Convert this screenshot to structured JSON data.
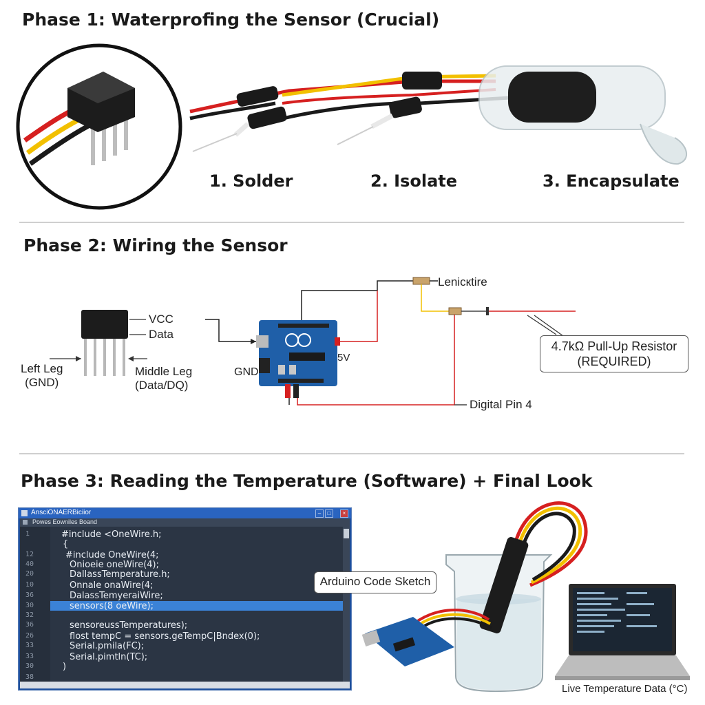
{
  "phase1": {
    "title": "Phase 1: Waterprofing the Sensor (Crucial)",
    "steps": [
      "1. Solder",
      "2. Isolate",
      "3. Encapsulate"
    ]
  },
  "phase2": {
    "title": "Phase 2: Wiring the Sensor",
    "labels": {
      "vcc": "VCC",
      "data": "Data",
      "left_leg": "Left Leg\n(GND)",
      "middle_leg": "Middle Leg\n(Data/DQ)",
      "gnd": "GND",
      "v5": "5V",
      "lenicktire": "Lenicкtire",
      "resistor": "4.7kΩ Pull-Up Resistor\n(REQUIRED)",
      "digital_pin": "Digital Pin 4"
    }
  },
  "phase3": {
    "title": "Phase 3: Reading the Temperature (Software) + Final Look",
    "editor": {
      "title": "AnsciONAERBiciior",
      "menu": "Powes   Eowniles   Boand",
      "lines": [
        {
          "n": "1",
          "text": "#include <OneWire.h;"
        },
        {
          "n": "",
          "text": "{"
        },
        {
          "n": "12",
          "text": "#include OneWire(4;"
        },
        {
          "n": "40",
          "text": "Onioeie oneWire(4);"
        },
        {
          "n": "20",
          "text": "DallassTemperature.h;"
        },
        {
          "n": "10",
          "text": "Onnale onaWire(4;"
        },
        {
          "n": "36",
          "text": "DalassTemyeraiWire;"
        },
        {
          "n": "30",
          "text": "sensors(8 oeWire);"
        },
        {
          "n": "32",
          "text": ""
        },
        {
          "n": "36",
          "text": "sensoreussTemperatures);"
        },
        {
          "n": "26",
          "text": "flost tempC = sensors.geTempC|Bndex(0);"
        },
        {
          "n": "33",
          "text": "Serial.pmila(FC);"
        },
        {
          "n": "33",
          "text": "Serial.pimtln(TC);"
        },
        {
          "n": "30",
          "text": ")"
        },
        {
          "n": "38",
          "text": ""
        },
        {
          "n": "38",
          "text": ""
        }
      ]
    },
    "callout": "Arduino Code Sketch",
    "live_label": "Live Temperature Data (°C)"
  },
  "colors": {
    "wire_red": "#d62020",
    "wire_yellow": "#f2c000",
    "wire_black": "#1a1a1a",
    "arduino_blue": "#1f5fa8",
    "resistor_tan": "#c9a36a"
  }
}
